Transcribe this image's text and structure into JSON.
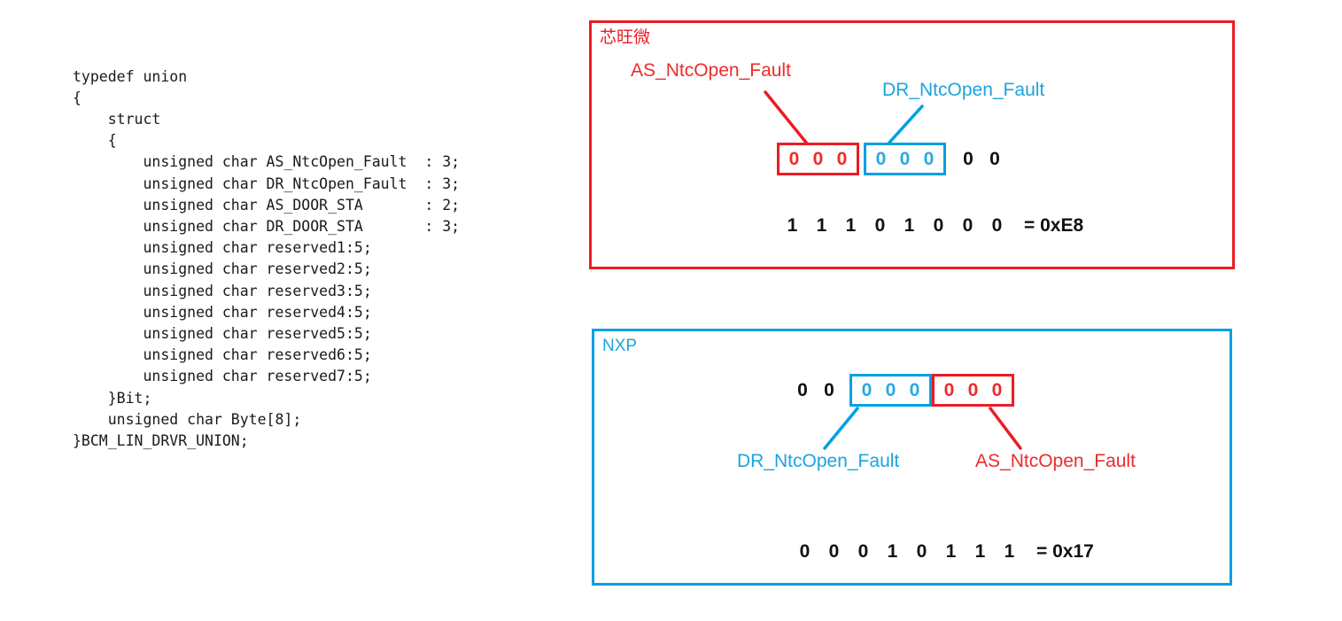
{
  "code": {
    "language": "c",
    "text": "typedef union\n{\n    struct\n    {\n        unsigned char AS_NtcOpen_Fault  : 3;\n        unsigned char DR_NtcOpen_Fault  : 3;\n        unsigned char AS_DOOR_STA       : 2;\n        unsigned char DR_DOOR_STA       : 3;\n        unsigned char reserved1:5;\n        unsigned char reserved2:5;\n        unsigned char reserved3:5;\n        unsigned char reserved4:5;\n        unsigned char reserved5:5;\n        unsigned char reserved6:5;\n        unsigned char reserved7:5;\n    }Bit;\n    unsigned char Byte[8];\n}BCM_LIN_DRVR_UNION;"
  },
  "colors": {
    "red": "#EB1C24",
    "blue": "#00A0E4",
    "black": "#111111"
  },
  "panels": {
    "vendor": {
      "title": "芯旺微",
      "labels": {
        "as": "AS_NtcOpen_Fault",
        "dr": "DR_NtcOpen_Fault"
      },
      "bit_row": {
        "group_red": [
          "0",
          "0",
          "0"
        ],
        "group_blue": [
          "0",
          "0",
          "0"
        ],
        "trailing": [
          "0",
          "0"
        ]
      },
      "value_row": {
        "bits": [
          "1",
          "1",
          "1",
          "0",
          "1",
          "0",
          "0",
          "0"
        ],
        "hex": "= 0xE8"
      }
    },
    "nxp": {
      "title": "NXP",
      "labels": {
        "dr": "DR_NtcOpen_Fault",
        "as": "AS_NtcOpen_Fault"
      },
      "bit_row": {
        "leading": [
          "0",
          "0"
        ],
        "group_blue": [
          "0",
          "0",
          "0"
        ],
        "group_red": [
          "0",
          "0",
          "0"
        ]
      },
      "value_row": {
        "bits": [
          "0",
          "0",
          "0",
          "1",
          "0",
          "1",
          "1",
          "1"
        ],
        "hex": "= 0x17"
      }
    }
  }
}
